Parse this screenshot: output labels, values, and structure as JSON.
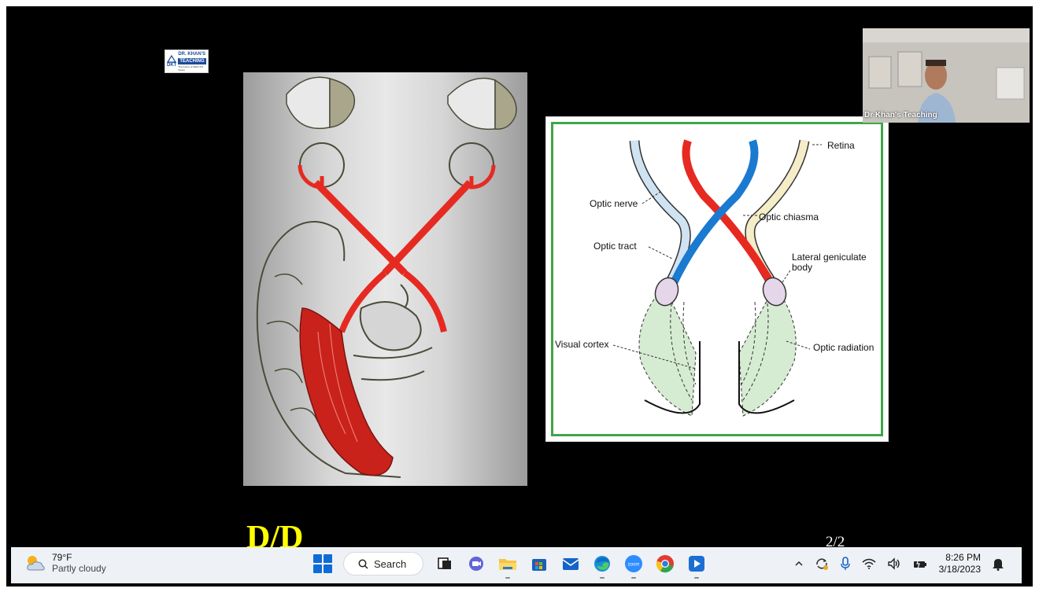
{
  "logo": {
    "line1": "DR. KHAN'S",
    "line2": "TEACHING",
    "tagline": "The Future of NEET-PG Series",
    "mark": "DKT"
  },
  "webcam": {
    "name": "Dr Khan's Teaching"
  },
  "diagram_labels": {
    "retina": "Retina",
    "optic_nerve": "Optic nerve",
    "optic_chiasma": "Optic chiasma",
    "optic_tract": "Optic tract",
    "lgb_line1": "Lateral geniculate",
    "lgb_line2": "body",
    "visual_cortex": "Visual cortex",
    "optic_radiation": "Optic radiation"
  },
  "slide": {
    "title": "D/D",
    "page": "2/2"
  },
  "taskbar": {
    "weather": {
      "temp": "79°F",
      "condition": "Partly cloudy",
      "icon": "partly-cloudy-icon"
    },
    "search_label": "Search",
    "apps": [
      "task-view-icon",
      "teams-chat-icon",
      "file-explorer-icon",
      "microsoft-store-icon",
      "mail-icon",
      "edge-icon",
      "zoom-icon",
      "chrome-icon",
      "media-player-icon"
    ],
    "clock": {
      "time": "8:26 PM",
      "date": "3/18/2023"
    }
  },
  "colors": {
    "red_tract": "#e62a22",
    "blue_tract": "#1a7ad0",
    "light_blue": "#cfe3f2",
    "cream": "#f5ecc8",
    "green_border": "#3fa648",
    "lgb": "#e6d6ea",
    "radiation": "#d6ecd2",
    "slide_title": "#ffff00"
  }
}
